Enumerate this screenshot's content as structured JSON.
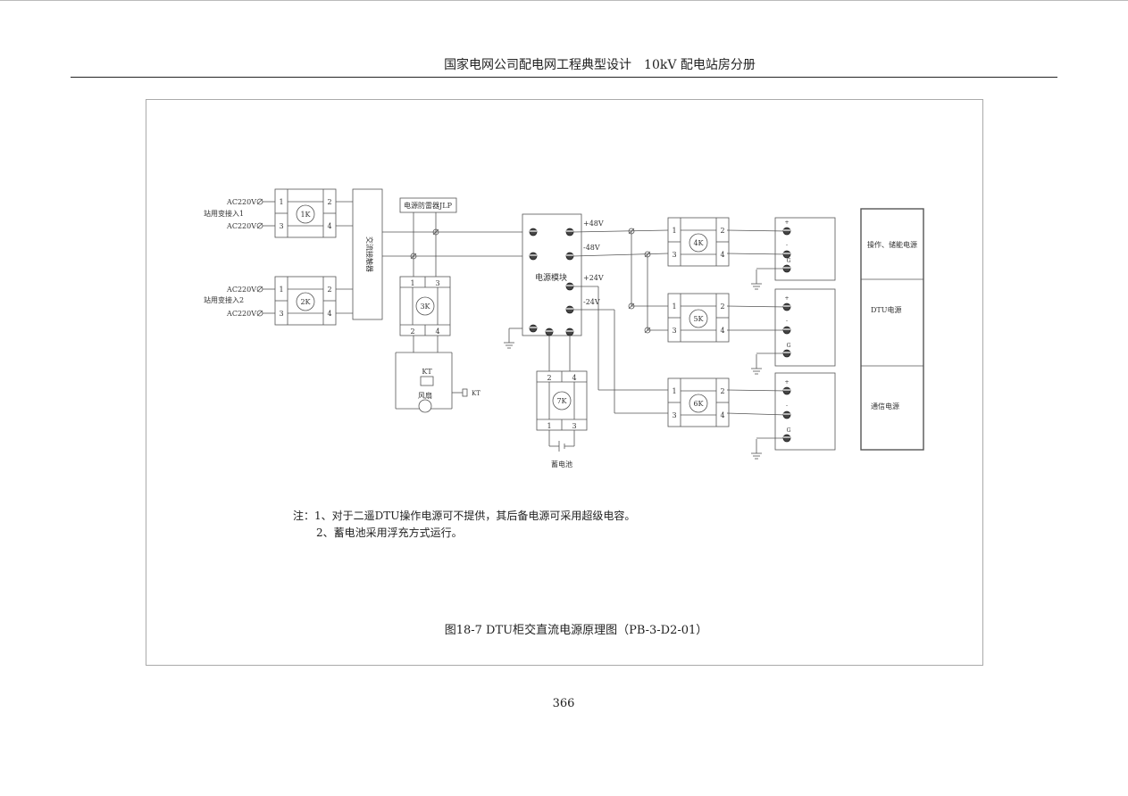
{
  "header": {
    "title": "国家电网公司配电网工程典型设计　10kV 配电站房分册"
  },
  "diagram": {
    "ac_in": [
      "AC220V",
      "AC220V",
      "AC220V",
      "AC220V"
    ],
    "source1": "站用变接入1",
    "source2": "站用变接入2",
    "contactor": "交流接触器",
    "jlp": "电源防雷器JLP",
    "power_module": "电源模块",
    "voltages": [
      "+48V",
      "-48V",
      "+24V",
      "-24V"
    ],
    "switches": [
      "1K",
      "2K",
      "3K",
      "4K",
      "5K",
      "6K",
      "7K"
    ],
    "kt": "KT",
    "fan": "风扇",
    "battery": "蓄电池",
    "load_terms": [
      "+",
      "-",
      "G"
    ],
    "loads": [
      "操作、储能电源",
      "DTU电源",
      "通信电源"
    ]
  },
  "notes": [
    "注：1、对于二遥DTU操作电源可不提供，其后备电源可采用超级电容。",
    "2、蓄电池采用浮充方式运行。"
  ],
  "caption": "图18-7 DTU柜交直流电源原理图（PB-3-D2-01）",
  "page_number": "366"
}
